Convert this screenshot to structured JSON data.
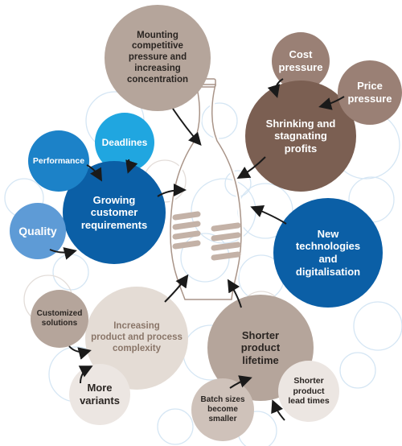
{
  "colors": {
    "taupe": "#b5a59b",
    "light_beige": "#e4dcd5",
    "dark_brown": "#7b5f52",
    "medium_brown": "#9a8075",
    "blue_dark": "#0b5fa6",
    "blue_mid": "#1c82c8",
    "blue_light": "#20a6e0",
    "blue_soft": "#5e9bd6",
    "grey_brown": "#a99488",
    "pale_beige": "#ece6e2",
    "beige_mid": "#cfc2ba",
    "outline_blue": "#d5e6f4",
    "outline_grey": "#e3ddd9"
  },
  "labels": {
    "mounting": "Mounting\ncompetitive\npressure and\nincreasing\nconcentration",
    "cost": "Cost\npressure",
    "price": "Price\npressure",
    "shrinking": "Shrinking and\nstagnating\nprofits",
    "performance": "Performance",
    "deadlines": "Deadlines",
    "growing": "Growing\ncustomer\nrequirements",
    "quality": "Quality",
    "new_tech": "New\ntechnologies\nand\ndigitalisation",
    "customized": "Customized\nsolutions",
    "increasing": "Increasing\nproduct and process\ncomplexity",
    "more_variants": "More\nvariants",
    "shorter_lifetime": "Shorter\nproduct\nlifetime",
    "shorter_lead": "Shorter\nproduct\nlead times",
    "batch": "Batch sizes\nbecome\nsmaller"
  }
}
